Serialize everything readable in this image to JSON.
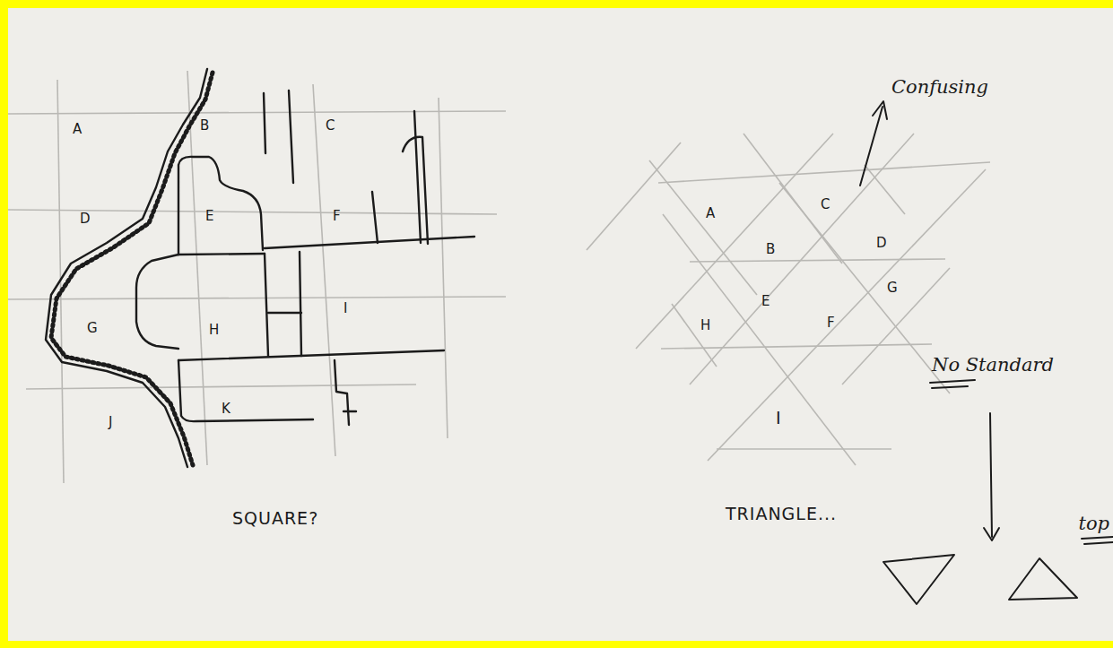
{
  "diagram": {
    "labels": [
      "A",
      "B",
      "C",
      "D",
      "E",
      "F",
      "G",
      "H",
      "I",
      "J",
      "K",
      "SQUARE?",
      "A",
      "B",
      "C",
      "D",
      "E",
      "F",
      "G",
      "H",
      "I",
      "TRIANGLE...",
      "Confusing",
      "No Standard",
      "top"
    ]
  }
}
